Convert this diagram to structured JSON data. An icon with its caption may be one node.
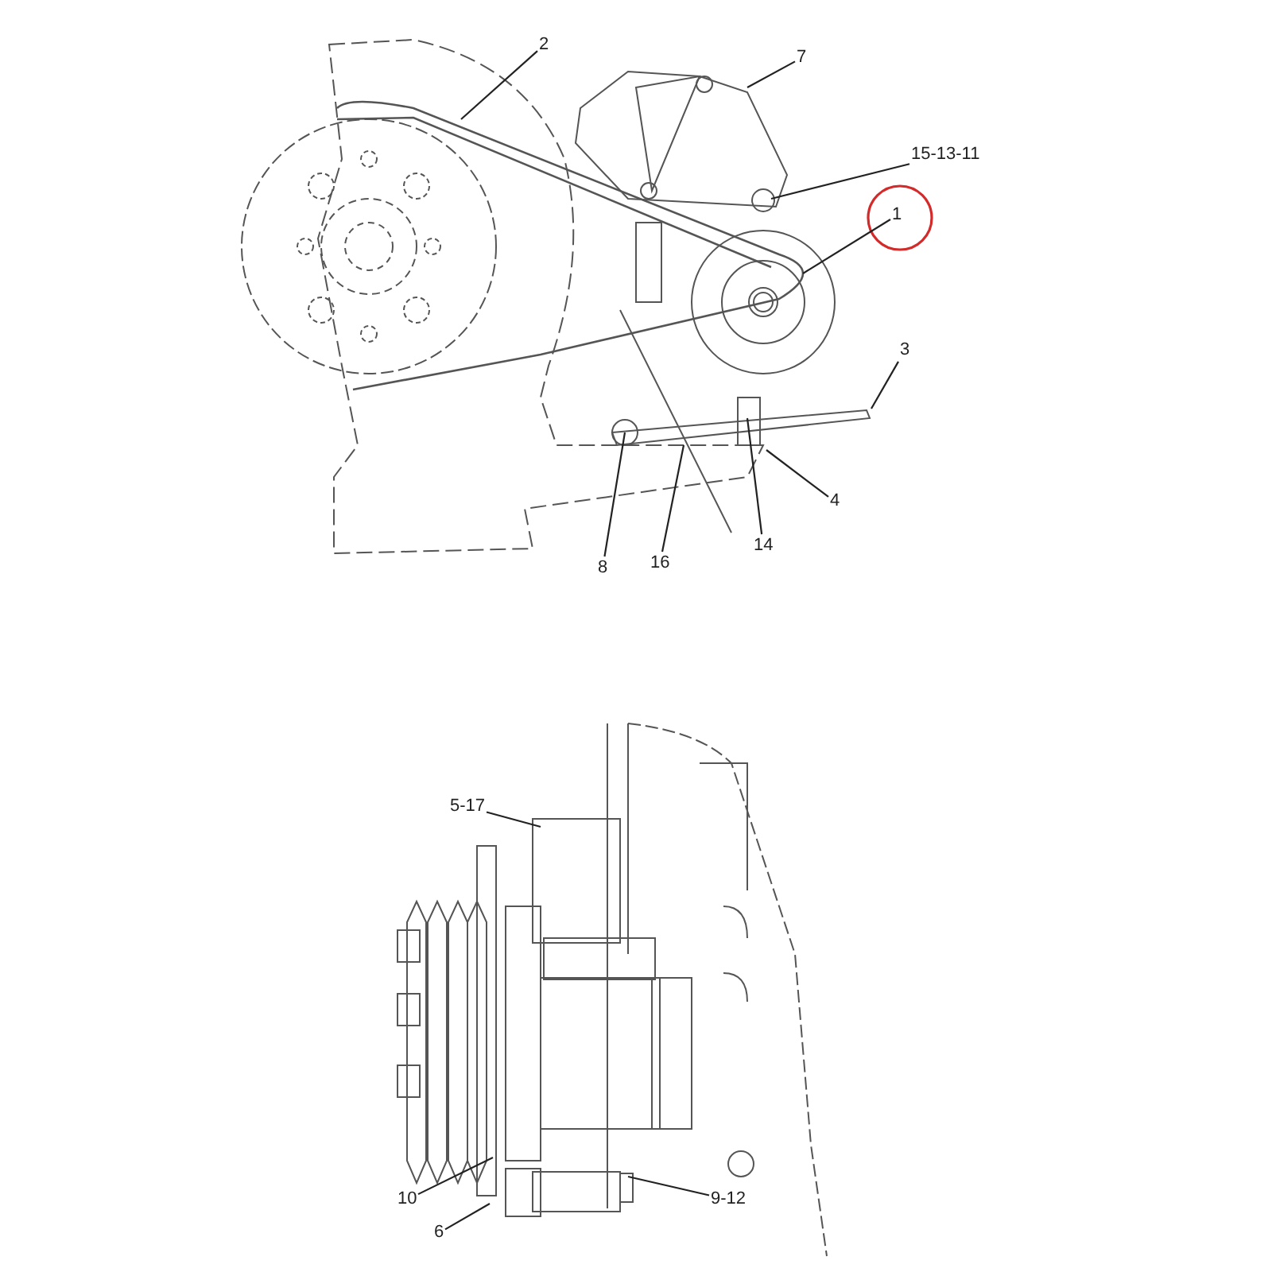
{
  "diagram": {
    "nodes": [
      {
        "text": [
          "2"
        ]
      },
      {
        "text": [
          "7"
        ]
      },
      {
        "text": [
          "15-13-11"
        ]
      },
      {
        "text": [
          "1"
        ]
      },
      {
        "text": [
          "3"
        ]
      },
      {
        "text": [
          "4"
        ]
      },
      {
        "text": [
          "14"
        ]
      },
      {
        "text": [
          "16"
        ]
      },
      {
        "text": [
          "8"
        ]
      },
      {
        "text": [
          "5-17"
        ]
      },
      {
        "text": [
          "10"
        ]
      },
      {
        "text": [
          "9-12"
        ]
      },
      {
        "text": [
          "6"
        ]
      }
    ],
    "edges": [
      {
        "from": 0,
        "to": null,
        "arrow": "none"
      },
      {
        "from": 1,
        "to": null,
        "arrow": "none"
      },
      {
        "from": 2,
        "to": null,
        "arrow": "none"
      },
      {
        "from": 3,
        "to": null,
        "arrow": "none"
      },
      {
        "from": 4,
        "to": null,
        "arrow": "none"
      },
      {
        "from": 5,
        "to": null,
        "arrow": "none"
      },
      {
        "from": 6,
        "to": null,
        "arrow": "none"
      },
      {
        "from": 7,
        "to": null,
        "arrow": "none"
      },
      {
        "from": 8,
        "to": null,
        "arrow": "none"
      },
      {
        "from": 9,
        "to": null,
        "arrow": "none"
      },
      {
        "from": 10,
        "to": null,
        "arrow": "none"
      },
      {
        "from": 11,
        "to": null,
        "arrow": "none"
      },
      {
        "from": 12,
        "to": null,
        "arrow": "none"
      }
    ]
  }
}
